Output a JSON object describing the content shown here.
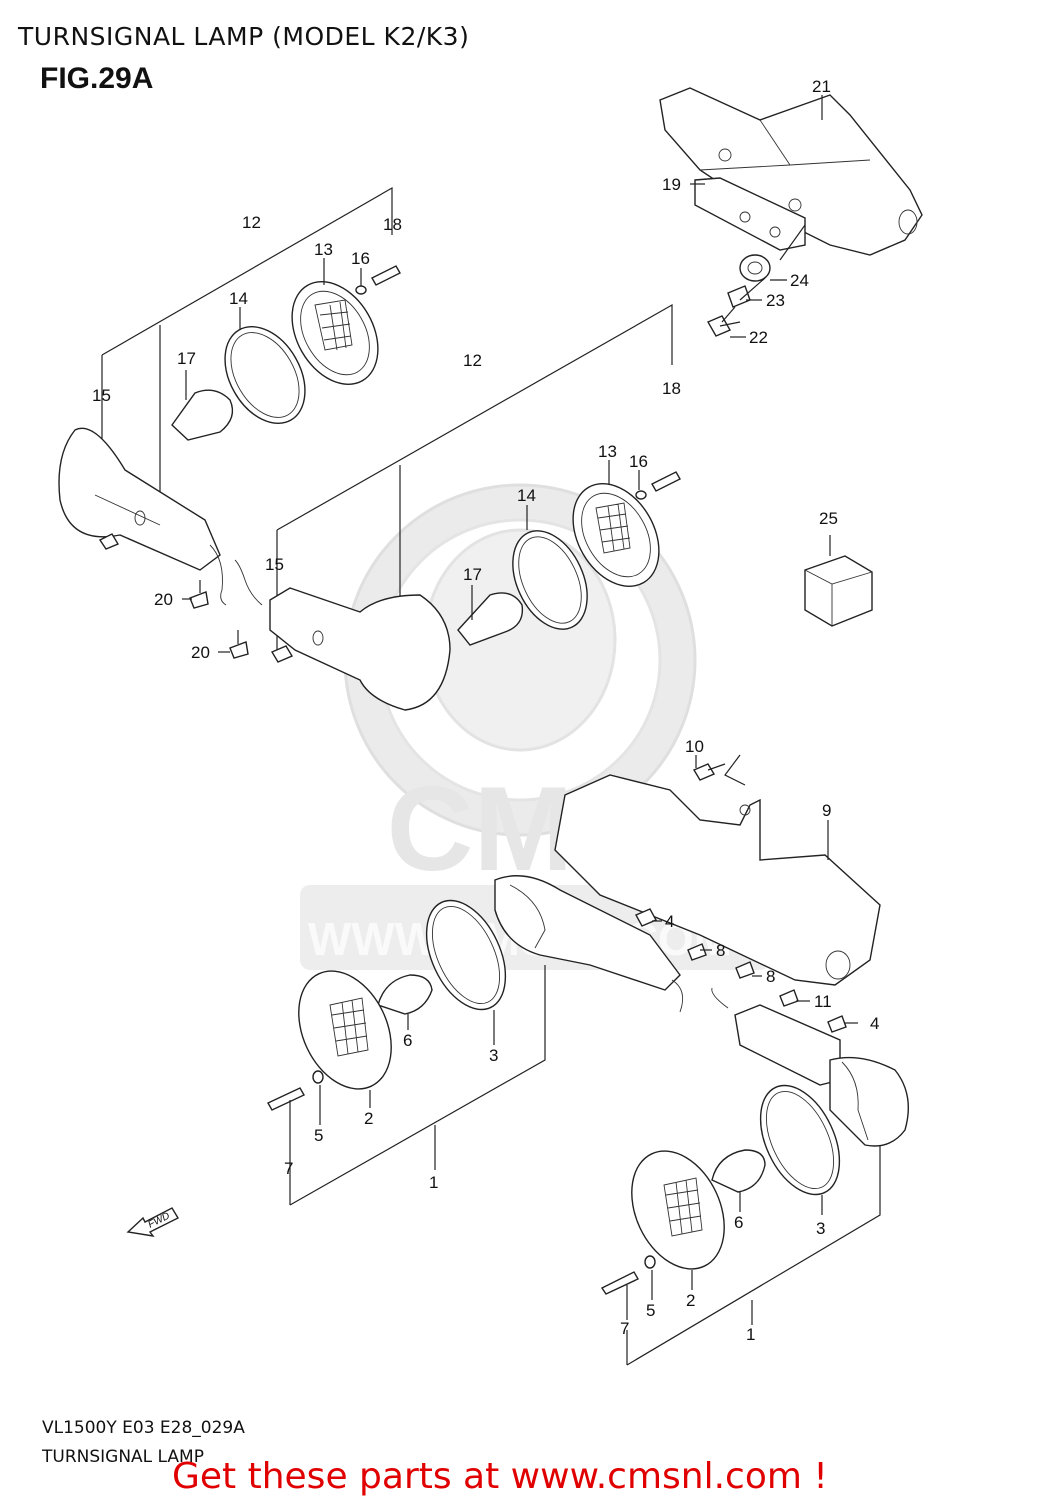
{
  "header": {
    "title": "TURNSIGNAL LAMP (MODEL K2/K3)",
    "figure": "FIG.29A"
  },
  "footer": {
    "code": "VL1500Y E03 E28_029A",
    "name": "TURNSIGNAL LAMP",
    "promo": "Get these parts at www.cmsnl.com !"
  },
  "watermark": {
    "brand": "CMS",
    "url": "WWW.CMSNL.COM"
  },
  "direction_marker": "FWD",
  "callouts": {
    "c21": "21",
    "c19": "19",
    "c24": "24",
    "c23": "23",
    "c22": "22",
    "c25": "25",
    "c12a": "12",
    "c18a": "18",
    "c13a": "13",
    "c16a": "16",
    "c14a": "14",
    "c17a": "17",
    "c15a": "15",
    "c20a": "20",
    "c20b": "20",
    "c12b": "12",
    "c18b": "18",
    "c13b": "13",
    "c16b": "16",
    "c14b": "14",
    "c17b": "17",
    "c15b": "15",
    "c10": "10",
    "c9": "9",
    "c4a": "4",
    "c8a": "8",
    "c8b": "8",
    "c11": "11",
    "c4b": "4",
    "c6a": "6",
    "c3a": "3",
    "c2a": "2",
    "c5a": "5",
    "c7a": "7",
    "c1a": "1",
    "c6b": "6",
    "c3b": "3",
    "c2b": "2",
    "c5b": "5",
    "c7b": "7",
    "c1b": "1"
  }
}
